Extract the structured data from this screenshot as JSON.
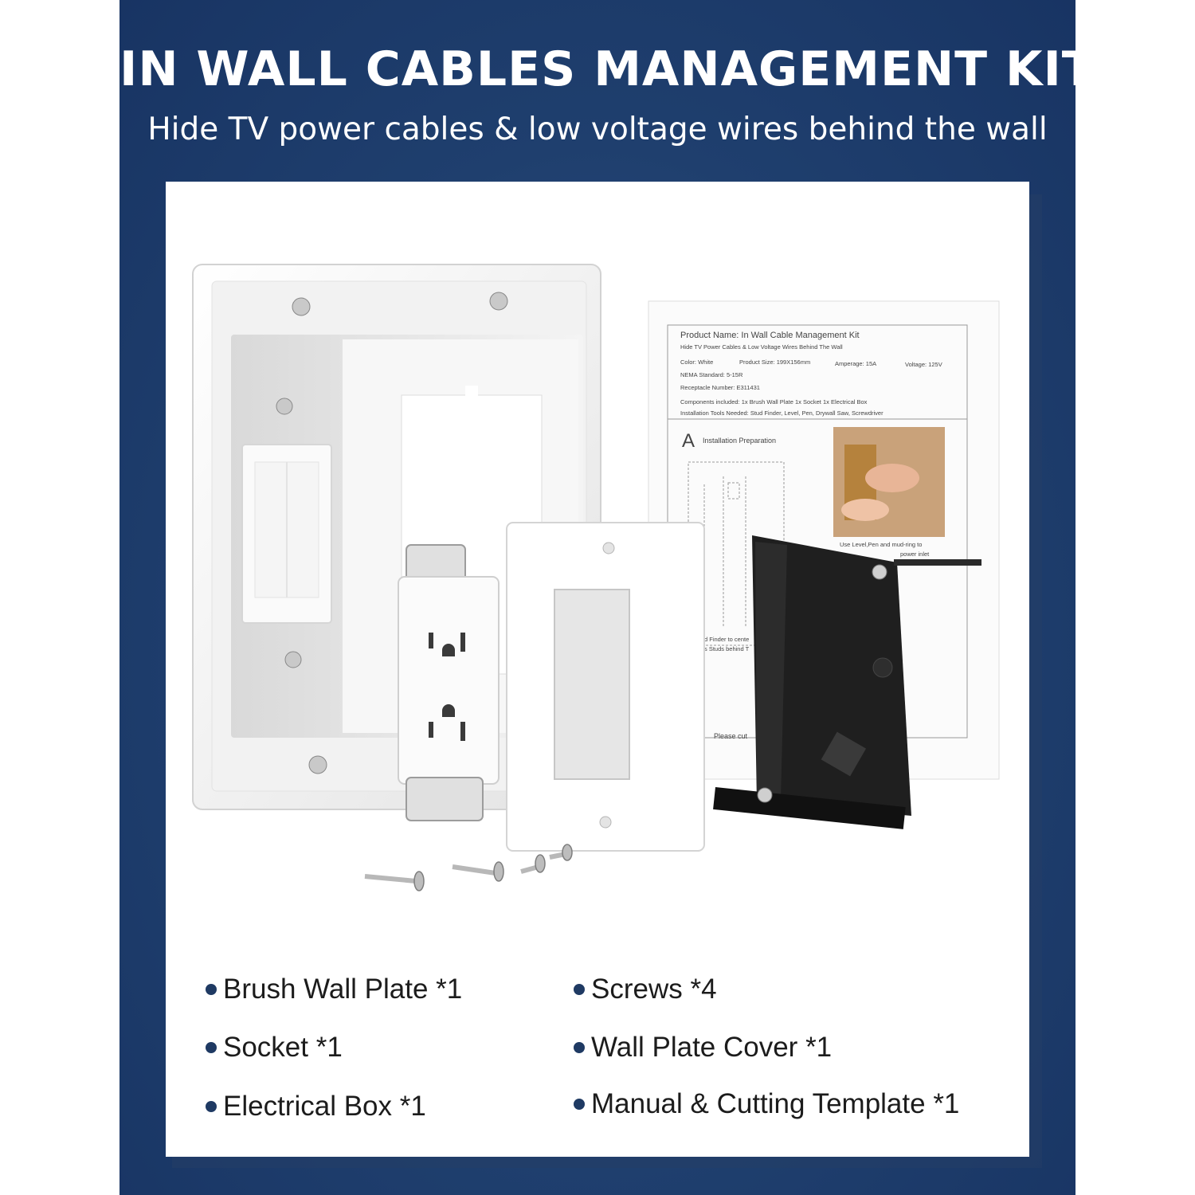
{
  "header": {
    "title": "IN WALL CABLES MANAGEMENT KIT",
    "subtitle": "Hide TV power cables & low voltage wires behind the wall"
  },
  "manual": {
    "product_name": "Product Name: In Wall Cable Management Kit",
    "tagline": "Hide TV Power Cables & Low Voltage Wires Behind The Wall",
    "color": "Color: White",
    "product_size": "Product Size: 199X156mm",
    "amperage": "Amperage: 15A",
    "voltage": "Voltage: 125V",
    "nema": "NEMA Standard: 5-15R",
    "receptacle": "Receptacle Number: E311431",
    "components": "Components included: 1x Brush Wall Plate     1x Socket     1x Electrical Box",
    "tools": "Installation Tools Needed: Stud Finder, Level, Pen, Drywall Saw, Screwdriver",
    "section_letter": "A",
    "section_title": "Installation Preparation",
    "photo_caption_1": "Use Level,Pen and mud-ring to",
    "photo_caption_2": "power inlet",
    "note_1": "d Finder to cente",
    "note_2": "s Studs behind T",
    "cut_note": "Please cut"
  },
  "items": [
    {
      "label": "Brush Wall Plate *1"
    },
    {
      "label": "Socket *1"
    },
    {
      "label": "Electrical Box *1"
    },
    {
      "label": "Screws *4"
    },
    {
      "label": "Wall Plate Cover *1"
    },
    {
      "label": "Manual & Cutting Template *1"
    }
  ],
  "colors": {
    "banner": "#1f3f6e",
    "card": "#ffffff",
    "bullet": "#1f3a63",
    "text": "#1c1c1c"
  }
}
